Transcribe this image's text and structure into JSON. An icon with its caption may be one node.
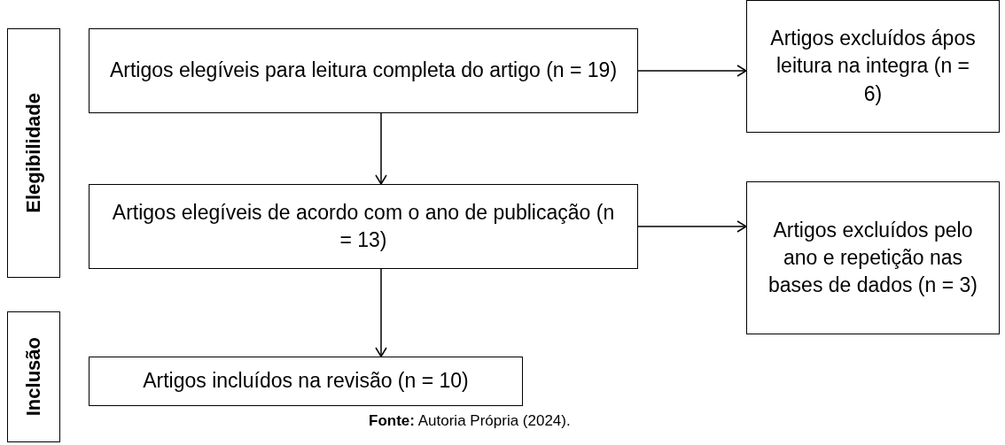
{
  "diagram": {
    "caption": "**Fonte:** Autoria Própria (2024).",
    "nodes": [
      {
        "text": [
          "Elegibilidade"
        ]
      },
      {
        "text": [
          "Artigos elegíveis para leitura completa do artigo (n = 19)"
        ]
      },
      {
        "text": [
          "Artigos excluídos ápos leitura na integra (n = 6)"
        ]
      },
      {
        "text": [
          "Artigos elegíveis de acordo com o ano de publicação (n = 13)"
        ]
      },
      {
        "text": [
          "Artigos excluídos pelo ano e repetição nas bases de dados (n = 3)"
        ]
      },
      {
        "text": [
          "Inclusão"
        ]
      },
      {
        "text": [
          "Artigos incluídos na revisão (n = 10)"
        ]
      }
    ],
    "edges": [
      {
        "from": 1,
        "to": 2,
        "arrow": "to"
      },
      {
        "from": 1,
        "to": 3,
        "arrow": "to"
      },
      {
        "from": 3,
        "to": 4,
        "arrow": "to"
      },
      {
        "from": 3,
        "to": 6,
        "arrow": "to"
      }
    ]
  }
}
